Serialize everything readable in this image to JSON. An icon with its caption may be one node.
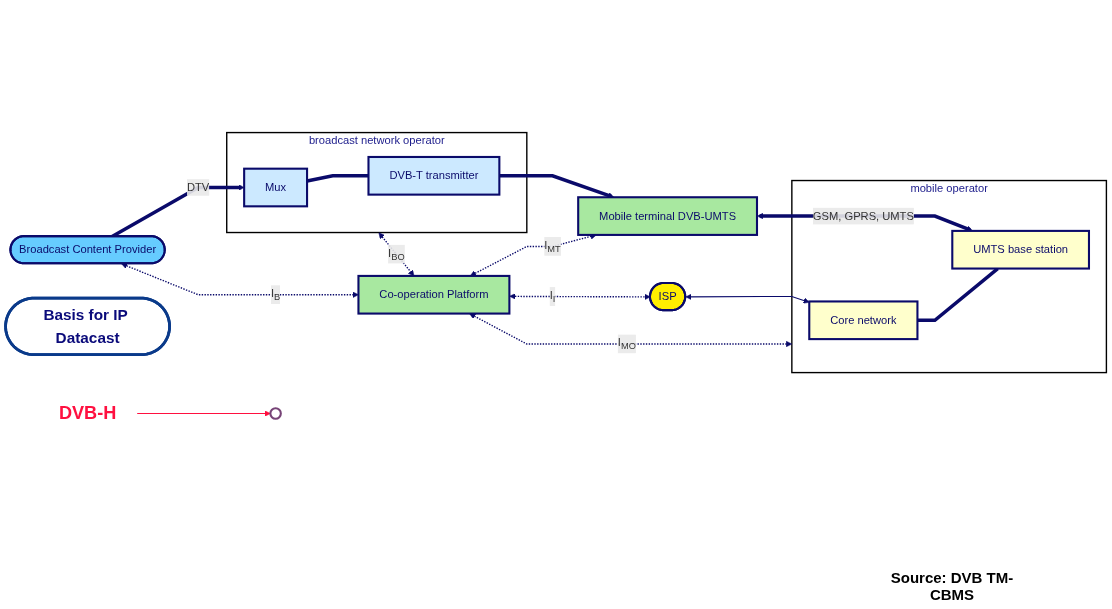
{
  "diagram": {
    "nodes": [
      {
        "text": [
          "Broadcast Content Provider"
        ]
      },
      {
        "text": [
          "broadcast network operator"
        ]
      },
      {
        "text": [
          "Mux"
        ],
        "in": 1
      },
      {
        "text": [
          "DVB-T transmitter"
        ],
        "in": 1
      },
      {
        "text": [
          "Co-operation Platform"
        ]
      },
      {
        "text": [
          "Mobile terminal DVB-UMTS"
        ]
      },
      {
        "text": [
          "Basis for IP Datacast"
        ]
      },
      {
        "text": [
          "ISP"
        ]
      },
      {
        "text": [
          "mobile operator"
        ]
      },
      {
        "text": [
          "Core network"
        ],
        "in": 8
      },
      {
        "text": [
          "UMTS base station"
        ],
        "in": 8
      },
      {
        "text": [],
        "shape": "circle"
      },
      {
        "text": [
          "DVB-H"
        ]
      }
    ],
    "edges": [
      {
        "from": 0,
        "to": 2,
        "arrow": "to",
        "label": "DTV",
        "style": "thick"
      },
      {
        "from": 2,
        "to": 3,
        "arrow": "none",
        "style": "thick"
      },
      {
        "from": 3,
        "to": 5,
        "arrow": "to",
        "style": "thick"
      },
      {
        "from": 0,
        "to": 4,
        "arrow": "both",
        "style": "dashed",
        "label": "I$_{B}$"
      },
      {
        "from": 1,
        "to": 4,
        "arrow": "both",
        "style": "dashed",
        "label": "I$_{BO}$"
      },
      {
        "from": 4,
        "to": 5,
        "arrow": "both",
        "style": "dashed",
        "label": "I$_{MT}$"
      },
      {
        "from": 4,
        "to": 7,
        "arrow": "both",
        "style": "dashed",
        "label": "I$_{I}$"
      },
      {
        "from": 4,
        "to": 8,
        "arrow": "both",
        "style": "dashed",
        "label": "I$_{MO}$"
      },
      {
        "from": 7,
        "to": 9,
        "arrow": "both"
      },
      {
        "from": 9,
        "to": 10,
        "arrow": "none",
        "style": "thick"
      },
      {
        "from": 5,
        "to": 10,
        "arrow": "both",
        "style": "thick",
        "label": "GSM, GPRS, UMTS"
      },
      {
        "from": 12,
        "to": 11,
        "arrow": "to",
        "color": "#ff1040"
      }
    ],
    "labels": [
      "Source: DVB TM-CBMS"
    ]
  }
}
